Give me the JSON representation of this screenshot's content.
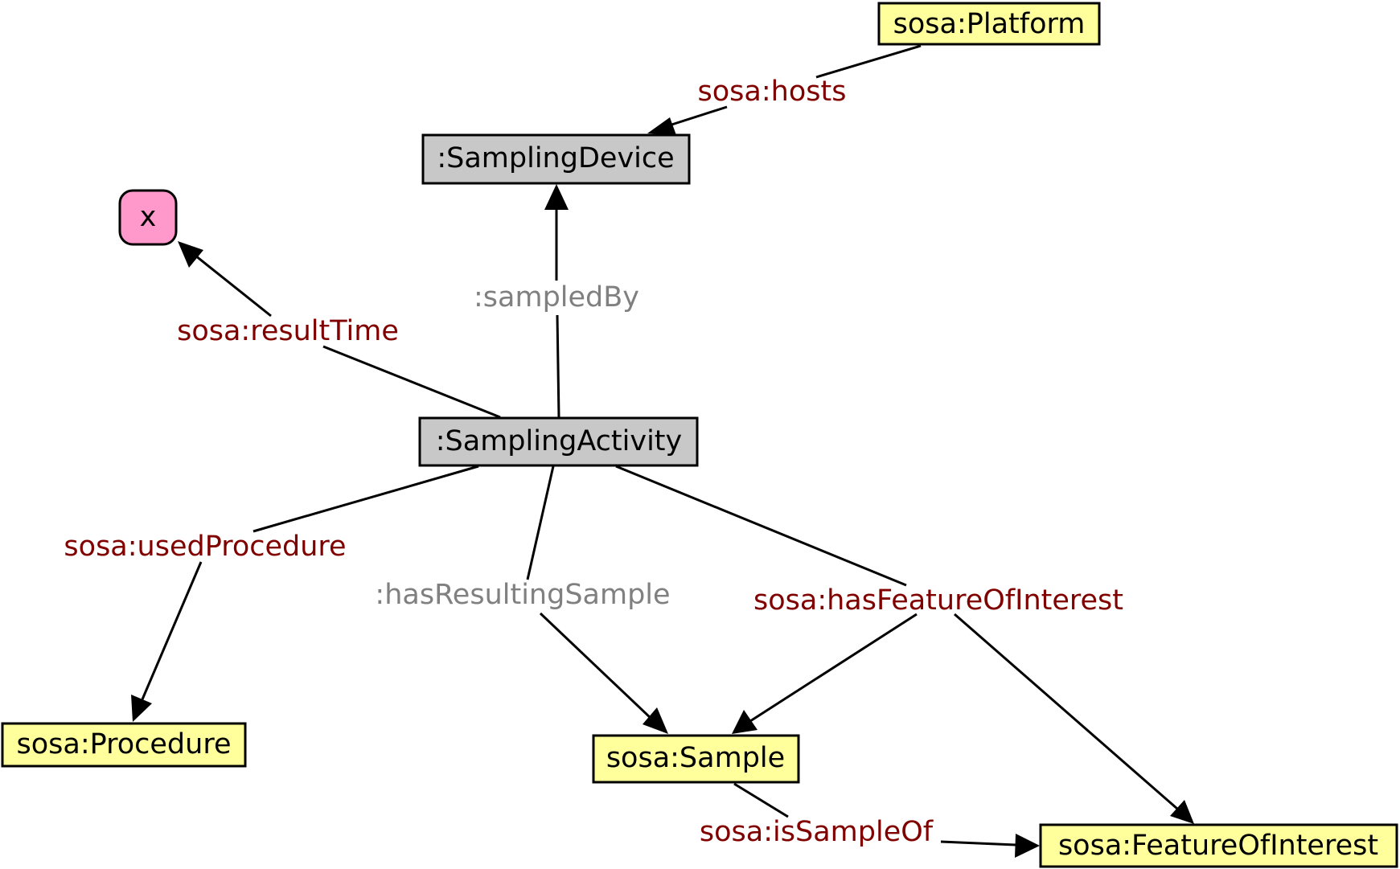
{
  "diagram": {
    "colors": {
      "class_fill": "#ffff9c",
      "instance_fill": "#c8c8c8",
      "literal_fill": "#ff99cc",
      "sosa_property": "#800000",
      "local_property": "#808080"
    },
    "nodes": [
      {
        "id": "platform",
        "label": "sosa:Platform",
        "kind": "class"
      },
      {
        "id": "sampling-device",
        "label": ":SamplingDevice",
        "kind": "instance"
      },
      {
        "id": "x",
        "label": "x",
        "kind": "literal"
      },
      {
        "id": "sampling-activity",
        "label": ":SamplingActivity",
        "kind": "instance"
      },
      {
        "id": "procedure",
        "label": "sosa:Procedure",
        "kind": "class"
      },
      {
        "id": "sample",
        "label": "sosa:Sample",
        "kind": "class"
      },
      {
        "id": "feature-of-interest",
        "label": "sosa:FeatureOfInterest",
        "kind": "class"
      }
    ],
    "edges": [
      {
        "id": "hosts",
        "label": "sosa:hosts",
        "from": "platform",
        "to": "sampling-device",
        "style": "sosa"
      },
      {
        "id": "sampled-by",
        "label": ":sampledBy",
        "from": "sampling-activity",
        "to": "sampling-device",
        "style": "local"
      },
      {
        "id": "result-time",
        "label": "sosa:resultTime",
        "from": "sampling-activity",
        "to": "x",
        "style": "sosa"
      },
      {
        "id": "used-procedure",
        "label": "sosa:usedProcedure",
        "from": "sampling-activity",
        "to": "procedure",
        "style": "sosa"
      },
      {
        "id": "has-resulting-sample",
        "label": ":hasResultingSample",
        "from": "sampling-activity",
        "to": "sample",
        "style": "local"
      },
      {
        "id": "has-feature-of-interest",
        "label": "sosa:hasFeatureOfInterest",
        "from": "sampling-activity",
        "to": [
          "sample",
          "feature-of-interest"
        ],
        "style": "sosa"
      },
      {
        "id": "is-sample-of",
        "label": "sosa:isSampleOf",
        "from": "sample",
        "to": "feature-of-interest",
        "style": "sosa"
      }
    ]
  }
}
